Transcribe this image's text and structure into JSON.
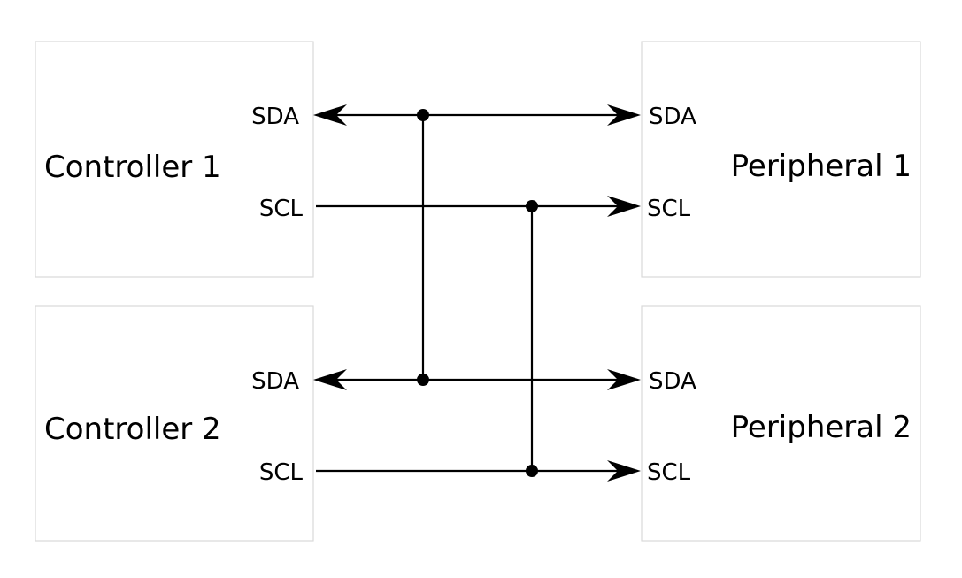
{
  "colors": {
    "line": "#000000",
    "box_border": "#d9d9d9",
    "background": "#ffffff"
  },
  "controller_1": {
    "title": "Controller 1",
    "sda": "SDA",
    "scl": "SCL"
  },
  "controller_2": {
    "title": "Controller 2",
    "sda": "SDA",
    "scl": "SCL"
  },
  "peripheral_1": {
    "title": "Peripheral 1",
    "sda": "SDA",
    "scl": "SCL"
  },
  "peripheral_2": {
    "title": "Peripheral 2",
    "sda": "SDA",
    "scl": "SCL"
  }
}
